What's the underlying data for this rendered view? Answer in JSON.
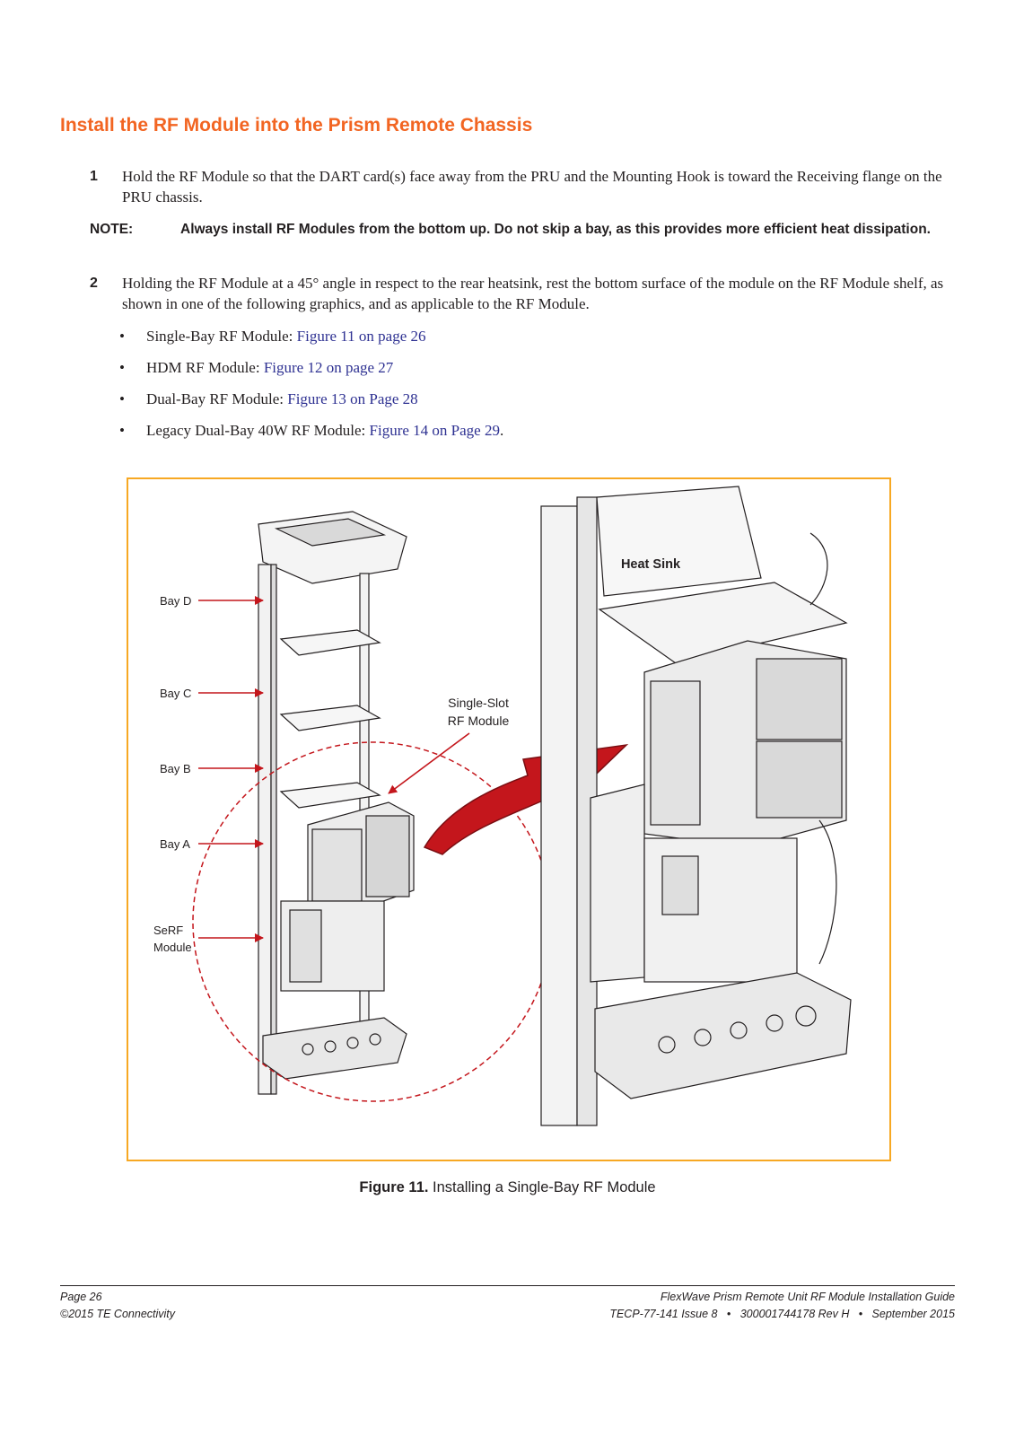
{
  "heading": "Install the RF Module into the Prism Remote Chassis",
  "steps": [
    {
      "num": "1",
      "text": "Hold the RF Module so that the DART card(s) face away from the PRU and the Mounting Hook is toward the Receiving flange on the PRU chassis."
    },
    {
      "num": "2",
      "text": "Holding the RF Module at a 45° angle in respect to the rear heatsink, rest the bottom surface of the module on the RF Module shelf, as shown in one of the following graphics, and as applicable to the RF Module."
    }
  ],
  "note": {
    "label": "NOTE:",
    "text": "Always install RF Modules from the bottom up. Do not skip a bay, as this provides more efficient heat dissipation."
  },
  "bullets": [
    {
      "prefix": "Single-Bay RF Module: ",
      "link": "Figure 11 on page 26",
      "suffix": ""
    },
    {
      "prefix": "HDM RF Module: ",
      "link": "Figure 12 on page 27",
      "suffix": ""
    },
    {
      "prefix": "Dual-Bay RF Module: ",
      "link": "Figure 13 on Page 28",
      "suffix": ""
    },
    {
      "prefix": "Legacy Dual-Bay 40W RF Module: ",
      "link": "Figure 14 on Page 29",
      "suffix": "."
    }
  ],
  "figure": {
    "labels": {
      "bay_d": "Bay D",
      "bay_c": "Bay C",
      "bay_b": "Bay B",
      "bay_a": "Bay A",
      "serf_1": "SeRF",
      "serf_2": "Module",
      "single_slot_1": "Single-Slot",
      "single_slot_2": "RF Module",
      "heat_sink": "Heat Sink"
    },
    "caption_bold": "Figure 11.",
    "caption_text": " Installing a Single-Bay RF Module",
    "colors": {
      "arrow": "#c4161c",
      "frame": "#f7a823",
      "heading": "#f26522",
      "link": "#2e3192"
    }
  },
  "footer": {
    "left_1": "Page 26",
    "left_2": "©2015 TE Connectivity",
    "right_1": "FlexWave Prism Remote Unit RF Module Installation Guide",
    "right_2": "TECP-77-141 Issue 8   •   300001744178 Rev H   •   September 2015"
  }
}
